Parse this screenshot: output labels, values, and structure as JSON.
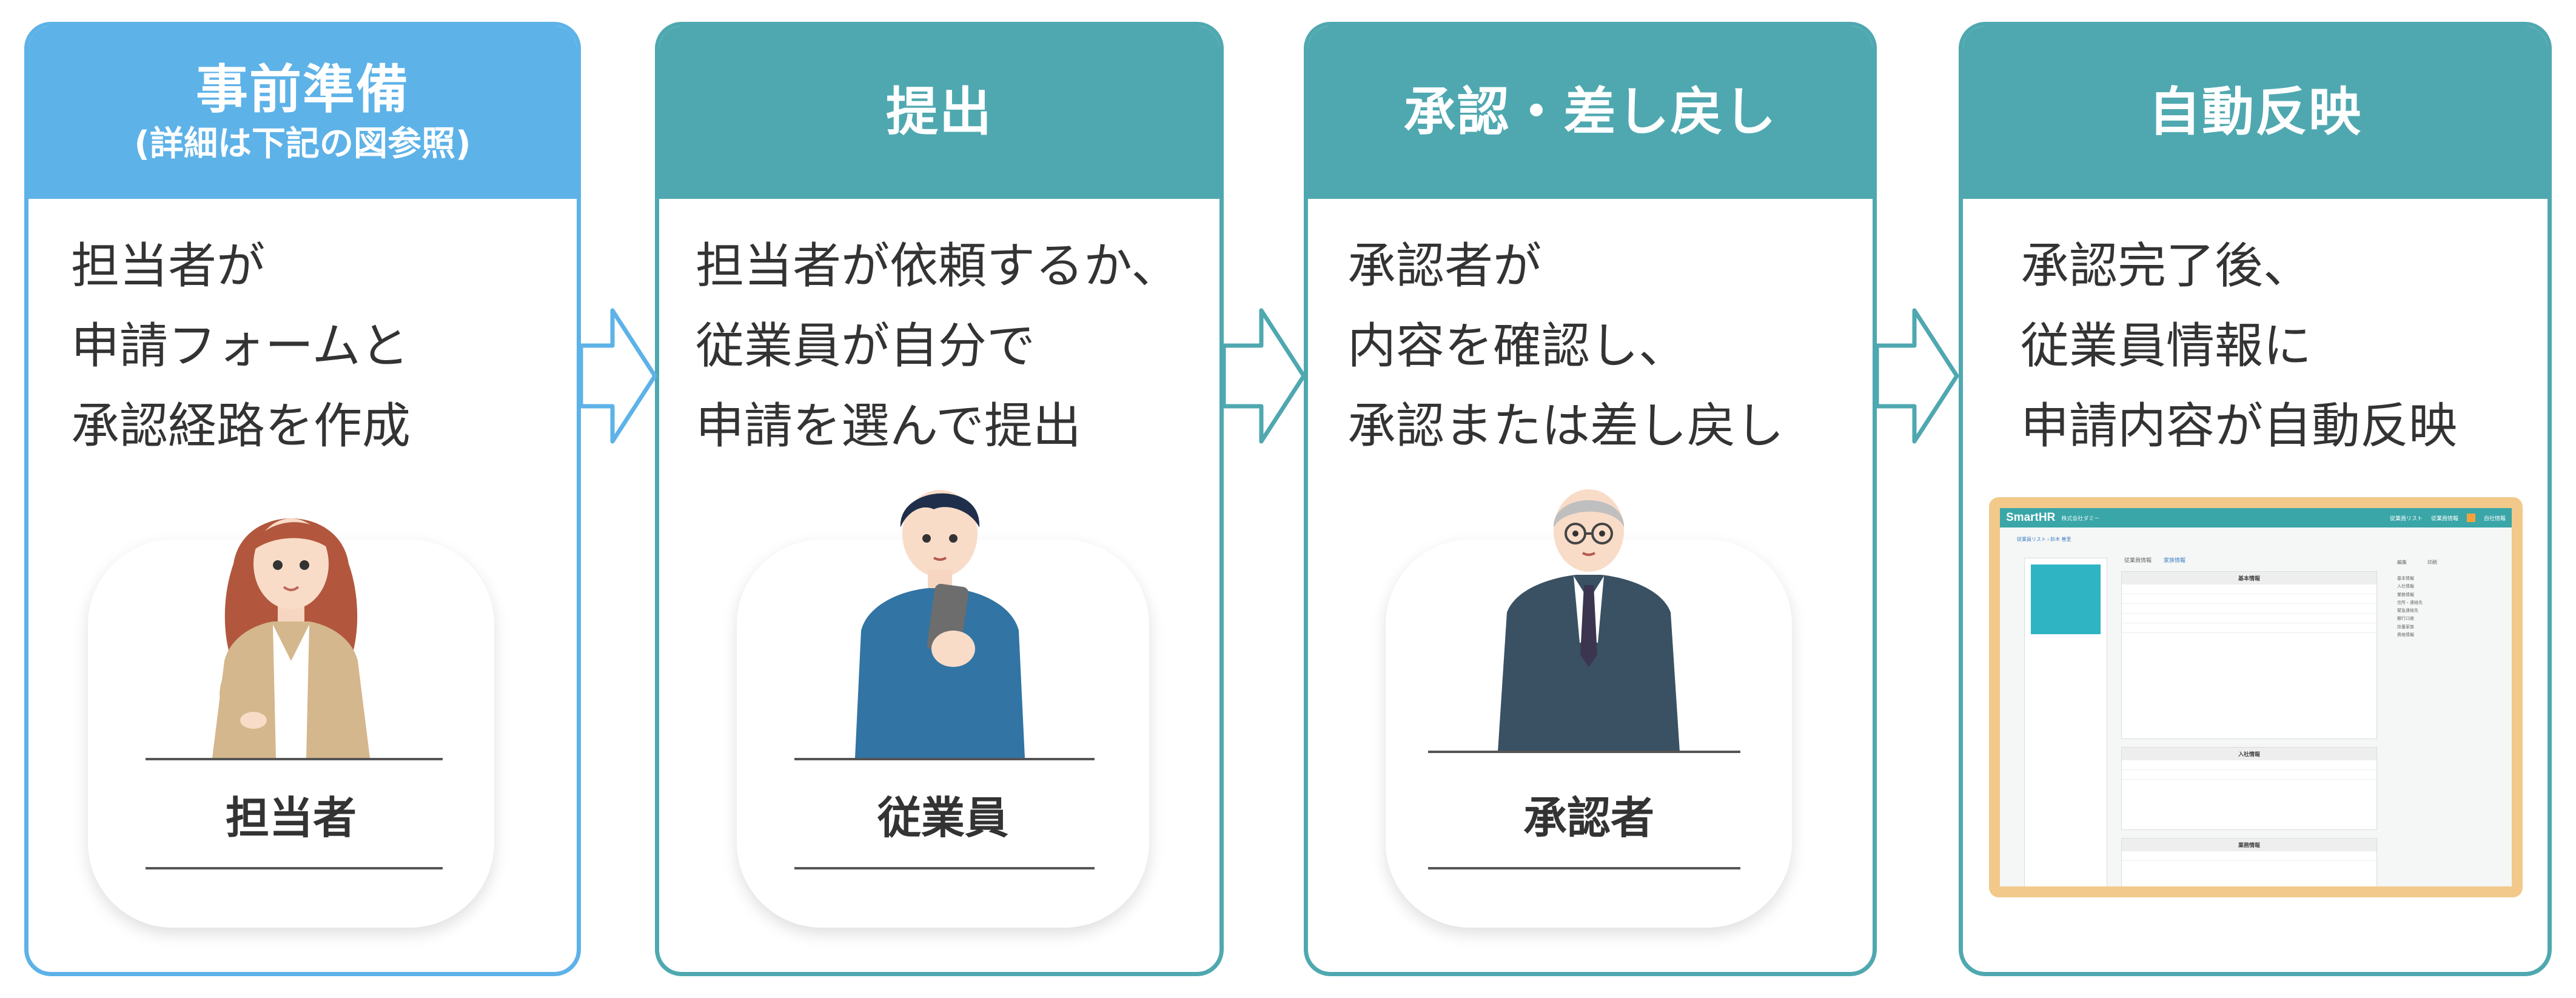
{
  "steps": [
    {
      "title": "事前準備",
      "subtitle": "(詳細は下記の図参照)",
      "lines": [
        "担当者が",
        "申請フォームと",
        "承認経路を作成"
      ],
      "person": "担当者"
    },
    {
      "title": "提出",
      "subtitle": "",
      "lines": [
        "担当者が依頼するか、",
        "従業員が自分で",
        "申請を選んで提出"
      ],
      "person": "従業員"
    },
    {
      "title": "承認・差し戻し",
      "subtitle": "",
      "lines": [
        "承認者が",
        "内容を確認し、",
        "承認または差し戻し"
      ],
      "person": "承認者"
    },
    {
      "title": "自動反映",
      "subtitle": "",
      "lines": [
        "承認完了後、",
        "従業員情報に",
        "申請内容が自動反映"
      ],
      "person": ""
    }
  ],
  "app_screenshot": {
    "logo": "SmartHR",
    "company": "株式会社ダミー",
    "nav": [
      "従業員リスト",
      "従業員情報",
      "自社情報"
    ],
    "breadcrumb": "従業員リスト › 鈴木 善里",
    "tabs": [
      "従業員情報",
      "家族情報"
    ],
    "panels": [
      "基本情報",
      "入社情報",
      "業務情報"
    ],
    "actions": [
      "編集",
      "印刷"
    ],
    "side_menu": [
      "基本情報",
      "入社情報",
      "業務情報",
      "住所・連絡先",
      "緊急連絡先",
      "銀行口座",
      "扶養家族",
      "資格情報"
    ]
  },
  "colors": {
    "blue": "#5db2e8",
    "teal": "#4fa8b0",
    "text": "#333333"
  }
}
